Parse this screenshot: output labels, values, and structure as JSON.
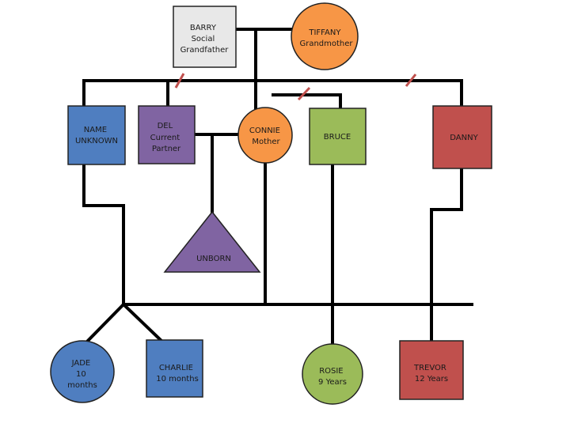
{
  "colors": {
    "line": "#000000",
    "node_border": "#222222",
    "blue": "#4f7ec0",
    "purple": "#8064a2",
    "orange": "#f79646",
    "green": "#9bbb59",
    "red": "#c0504d",
    "barry_fill": "#e8e8e8",
    "divorce_mark": "#c0504d"
  },
  "nodes": {
    "barry": {
      "lines": [
        "BARRY",
        "Social",
        "Grandfather"
      ],
      "shape": "square",
      "color": "barry_fill"
    },
    "tiffany": {
      "lines": [
        "TIFFANY",
        "Grandmother"
      ],
      "shape": "circle",
      "color": "orange"
    },
    "unknown": {
      "lines": [
        "NAME",
        "UNKNOWN"
      ],
      "shape": "square",
      "color": "blue"
    },
    "del": {
      "lines": [
        "DEL",
        "Current",
        "Partner"
      ],
      "shape": "square",
      "color": "purple"
    },
    "connie": {
      "lines": [
        "CONNIE",
        "Mother"
      ],
      "shape": "circle",
      "color": "orange"
    },
    "bruce": {
      "lines": [
        "BRUCE"
      ],
      "shape": "square",
      "color": "green"
    },
    "danny": {
      "lines": [
        "DANNY"
      ],
      "shape": "square",
      "color": "red"
    },
    "unborn": {
      "lines": [
        "UNBORN"
      ],
      "shape": "triangle",
      "color": "purple"
    },
    "jade": {
      "lines": [
        "JADE",
        "10",
        "months"
      ],
      "shape": "circle",
      "color": "blue"
    },
    "charlie": {
      "lines": [
        "CHARLIE",
        "10 months"
      ],
      "shape": "square",
      "color": "blue"
    },
    "rosie": {
      "lines": [
        "ROSIE",
        "9 Years"
      ],
      "shape": "circle",
      "color": "green"
    },
    "trevor": {
      "lines": [
        "TREVOR",
        "12 Years"
      ],
      "shape": "square",
      "color": "red"
    }
  }
}
